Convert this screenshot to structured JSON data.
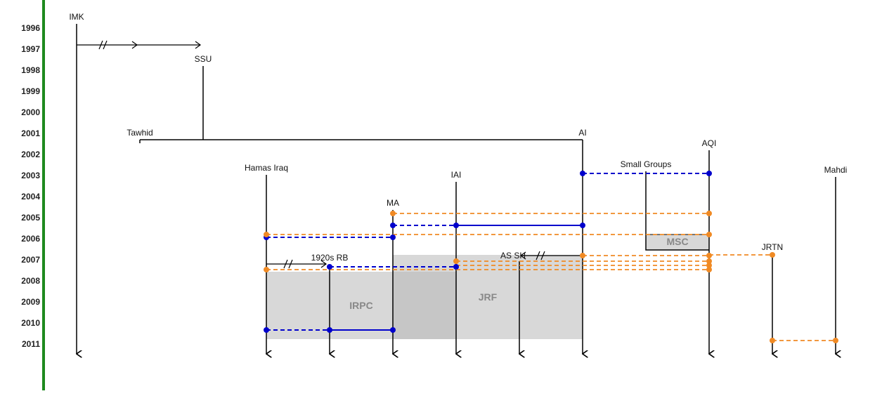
{
  "years": [
    "1996",
    "1997",
    "1998",
    "1999",
    "2000",
    "2001",
    "2002",
    "2003",
    "2004",
    "2005",
    "2006",
    "2007",
    "2008",
    "2009",
    "2010",
    "2011"
  ],
  "groups": {
    "imk": "IMK",
    "ssu": "SSU",
    "tawhid": "Tawhid",
    "ai": "AI",
    "aqi": "AQI",
    "small_groups": "Small Groups",
    "hamas_iraq": "Hamas Iraq",
    "iai": "IAI",
    "mahdi": "Mahdi",
    "ma": "MA",
    "jrtn": "JRTN",
    "as_sh": "AS SH",
    "rb_1920s": "1920s RB"
  },
  "coalitions": {
    "msc": "MSC",
    "irpc": "IRPC",
    "jrf": "JRF"
  },
  "colors": {
    "blue": "#0000cc",
    "orange": "#f08a24",
    "green_bar": "#1e8a1e",
    "box_fill": "#d8d8d8",
    "box_overlap": "#c4c4c4"
  }
}
